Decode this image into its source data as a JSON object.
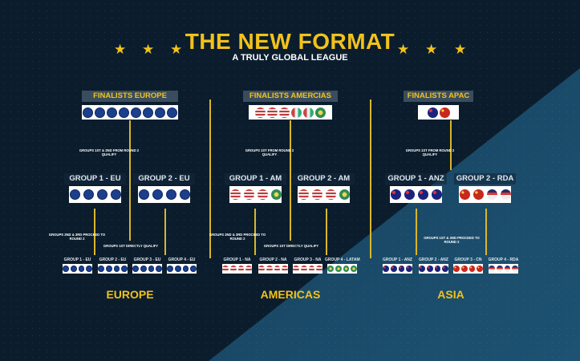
{
  "header": {
    "title": "THE NEW FORMAT",
    "subtitle": "A TRULY GLOBAL LEAGUE",
    "star": "★"
  },
  "finalists": [
    {
      "label": "FINALISTS EUROPE",
      "flags": [
        "eu",
        "eu",
        "eu",
        "eu",
        "eu",
        "eu",
        "eu",
        "eu"
      ]
    },
    {
      "label": "FINALISTS AMERCIAS",
      "flags": [
        "us",
        "us",
        "us",
        "mx",
        "mx",
        "br"
      ]
    },
    {
      "label": "FINALISTS APAC",
      "flags": [
        "au",
        "cn"
      ]
    }
  ],
  "notes": {
    "eu_top": "GROUPS 1ST & 2ND FROM ROUND 2 QUALIFY",
    "am_top": "GROUPS 1ST FROM ROUND 2 QUALIFY",
    "apac_top": "GROUPS 1ST FROM ROUND 2 QUALIFY",
    "eu_proceed": "GROUPS 2ND & 3RD PROCEED TO ROUND 2",
    "eu_direct": "GROUPS 1ST DIRECTLY QUALIFY",
    "am_proceed": "GROUPS 2ND & 3RD PROCEED TO ROUND 2",
    "am_direct": "GROUPS 1ST DIRECTLY QUALIFY",
    "apac_proceed": "GROUPS 1ST & 2ND PROCEED TO ROUND 2"
  },
  "round2": [
    {
      "label": "GROUP 1 - EU",
      "flags": [
        "eu",
        "eu",
        "eu",
        "eu"
      ]
    },
    {
      "label": "GROUP 2 - EU",
      "flags": [
        "eu",
        "eu",
        "eu",
        "eu"
      ]
    },
    {
      "label": "GROUP 1 - AM",
      "flags": [
        "us",
        "us",
        "us",
        "br"
      ]
    },
    {
      "label": "GROUP 2 - AM",
      "flags": [
        "us",
        "us",
        "us",
        "br"
      ]
    },
    {
      "label": "GROUP 1 - ANZ",
      "flags": [
        "au",
        "au",
        "au",
        "au"
      ]
    },
    {
      "label": "GROUP 2 - RDA",
      "flags": [
        "cn",
        "cn",
        "ml",
        "ml"
      ]
    }
  ],
  "round1": [
    {
      "label": "GROUP 1 - EU",
      "flags": [
        "eu",
        "eu",
        "eu",
        "eu"
      ]
    },
    {
      "label": "GROUP 2 - EU",
      "flags": [
        "eu",
        "eu",
        "eu",
        "eu"
      ]
    },
    {
      "label": "GROUP 3 - EU",
      "flags": [
        "eu",
        "eu",
        "eu",
        "eu"
      ]
    },
    {
      "label": "GROUP 4 - EU",
      "flags": [
        "eu",
        "eu",
        "eu",
        "eu"
      ]
    },
    {
      "label": "GROUP 1 - NA",
      "flags": [
        "us",
        "us",
        "us",
        "us"
      ]
    },
    {
      "label": "GROUP 2 - NA",
      "flags": [
        "us",
        "us",
        "us",
        "us"
      ]
    },
    {
      "label": "GROUP 3 - NA",
      "flags": [
        "us",
        "us",
        "us",
        "us"
      ]
    },
    {
      "label": "GROUP 4 - LATAM",
      "flags": [
        "br",
        "br",
        "br",
        "br"
      ]
    },
    {
      "label": "GROUP 1 - ANZ",
      "flags": [
        "au",
        "au",
        "au",
        "au"
      ]
    },
    {
      "label": "GROUP 2 - ANZ",
      "flags": [
        "au",
        "au",
        "au",
        "au"
      ]
    },
    {
      "label": "GROUP 3 - CN",
      "flags": [
        "cn",
        "cn",
        "cn",
        "cn"
      ]
    },
    {
      "label": "GROUP 4 - RDA",
      "flags": [
        "ml",
        "ml",
        "ml",
        "ml"
      ]
    }
  ],
  "regions": [
    "EUROPE",
    "AMERICAS",
    "ASIA"
  ]
}
